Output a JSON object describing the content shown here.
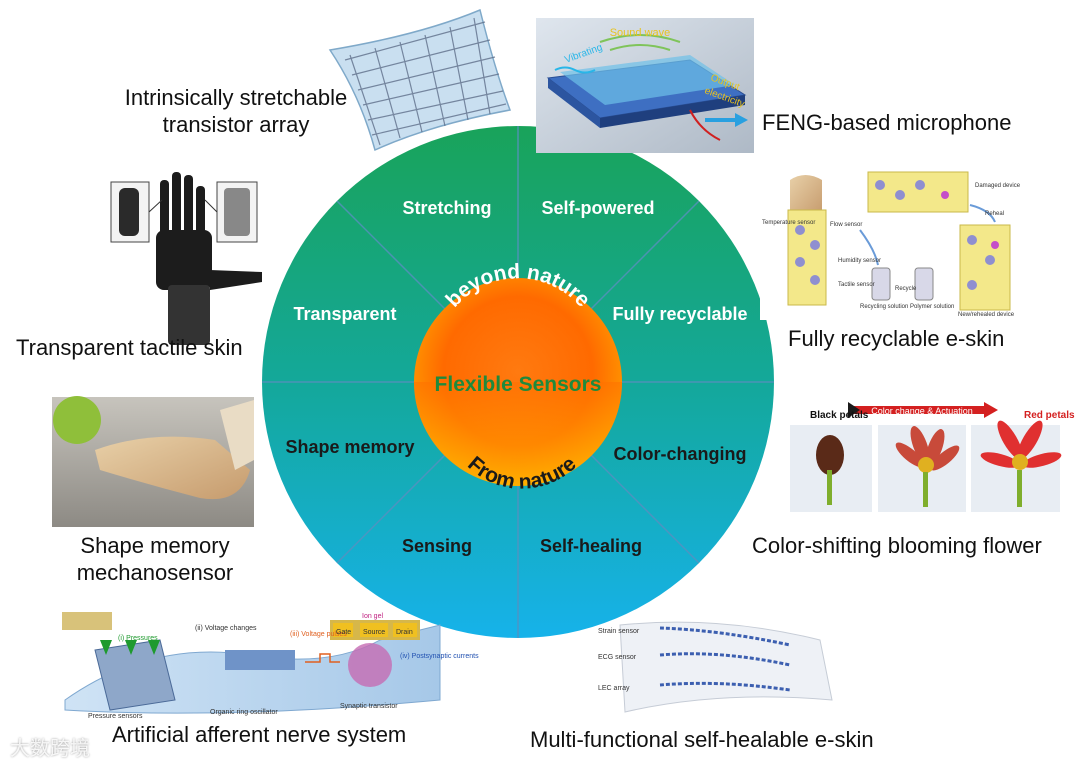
{
  "center": {
    "title": "Flexible Sensors",
    "top_arc": "beyond nature",
    "bottom_arc": "From nature"
  },
  "segments": {
    "stretching": "Stretching",
    "self_powered": "Self-powered",
    "transparent": "Transparent",
    "fully_recyclable": "Fully recyclable",
    "shape_memory": "Shape memory",
    "color_changing": "Color-changing",
    "sensing": "Sensing",
    "self_healing": "Self-healing"
  },
  "captions": {
    "stretchable_line1": "Intrinsically stretchable",
    "stretchable_line2": "transistor array",
    "microphone": "FENG-based microphone",
    "tactile": "Transparent tactile skin",
    "recyclable": "Fully recyclable e-skin",
    "shape_memory_line1": "Shape memory",
    "shape_memory_line2": "mechanosensor",
    "flower": "Color-shifting blooming flower",
    "nerve": "Artificial afferent nerve system",
    "healable": "Multi-functional self-healable e-skin"
  },
  "figure_labels": {
    "mic_sound_wave": "Sound wave",
    "mic_vibrating": "Vibrating",
    "mic_output": "Output",
    "mic_electricity": "electricity",
    "recycle_damaged": "Damaged device",
    "recycle_reheal": "Reheal",
    "recycle_temperature": "Temperature sensor",
    "recycle_flow": "Flow sensor",
    "recycle_humidity": "Humidity sensor",
    "recycle_tactile": "Tactile sensor",
    "recycle_recycle": "Recycle",
    "recycle_solution": "Recycling solution",
    "recycle_polymer": "Polymer solution",
    "recycle_new": "New/rehealed device",
    "flower_black": "Black petals",
    "flower_red": "Red petals",
    "flower_arrow": "Color change & Actuation",
    "nerve_pressures": "(i) Pressures",
    "nerve_voltage_changes": "(ii) Voltage changes",
    "nerve_voltage_pulses": "(iii) Voltage pulses",
    "nerve_postsynaptic": "(iv) Postsynaptic currents",
    "nerve_ion_gel": "Ion gel",
    "nerve_gate": "Gate",
    "nerve_source": "Source",
    "nerve_drain": "Drain",
    "nerve_pressure_sensors": "Pressure sensors",
    "nerve_oscillator": "Organic ring oscillator",
    "nerve_synaptic": "Synaptic transistor",
    "heal_strain": "Strain sensor",
    "heal_ecg": "ECG sensor",
    "heal_lec": "LEC array"
  },
  "watermark": "大数跨境",
  "colors": {
    "ring_top": "#1ca85a",
    "ring_bottom": "#1ab0e6",
    "center_top": "#ff6a00",
    "center_bottom": "#ffb300",
    "center_title": "#1f8a3c"
  }
}
